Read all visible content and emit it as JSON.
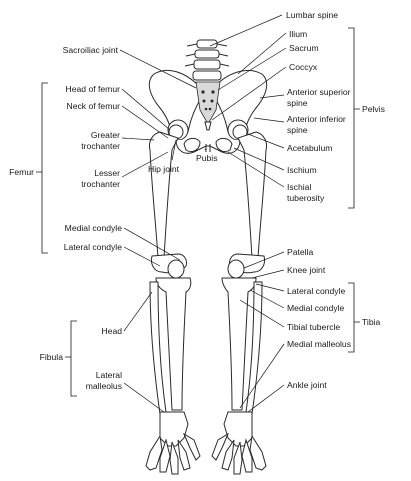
{
  "labels": {
    "lumbar_spine": "Lumbar spine",
    "ilium": "Ilium",
    "sacrum": "Sacrum",
    "coccyx": "Coccyx",
    "asis_line1": "Anterior superior",
    "asis_line2": "spine",
    "aiis_line1": "Anterior inferior",
    "aiis_line2": "spine",
    "acetabulum": "Acetabulum",
    "ischium": "Ischium",
    "ischial_line1": "Ischial",
    "ischial_line2": "tuberosity",
    "pelvis": "Pelvis",
    "sacroiliac_joint": "Sacroiliac joint",
    "head_of_femur": "Head of femur",
    "neck_of_femur": "Neck of femur",
    "greater_line1": "Greater",
    "greater_line2": "trochanter",
    "lesser_line1": "Lesser",
    "lesser_line2": "trochanter",
    "femur": "Femur",
    "hip_joint": "Hip joint",
    "pubis": "Pubis",
    "medial_condyle_femur": "Medial condyle",
    "lateral_condyle_femur": "Lateral condyle",
    "patella": "Patella",
    "knee_joint": "Knee joint",
    "lateral_condyle_tibia": "Lateral condyle",
    "medial_condyle_tibia": "Medial condyle",
    "tibial_tubercle": "Tibial tubercle",
    "tibia": "Tibia",
    "medial_malleolus": "Medial malleolus",
    "head_fibula": "Head",
    "fibula": "Fibula",
    "lateral_malleolus_line1": "Lateral",
    "lateral_malleolus_line2": "malleolus",
    "ankle_joint": "Ankle joint"
  }
}
